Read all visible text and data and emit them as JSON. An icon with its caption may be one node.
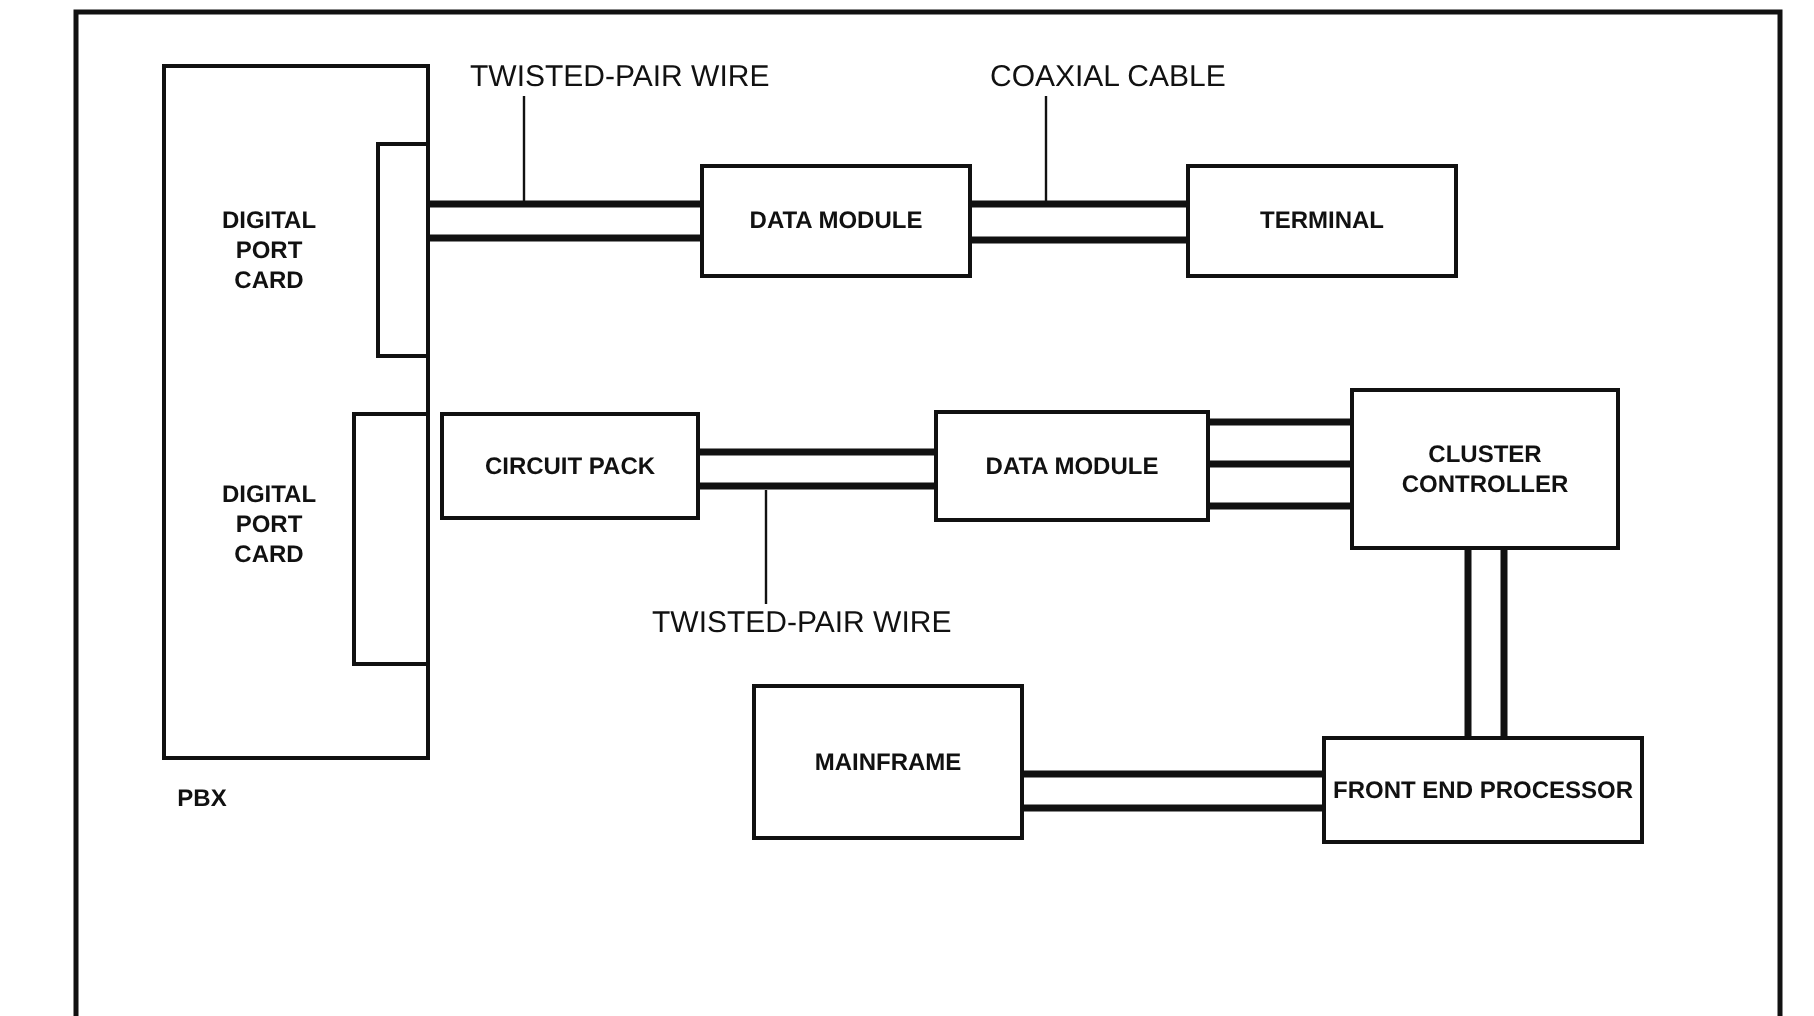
{
  "diagram": {
    "nodes": [
      {
        "text": [],
        "shape": "box",
        "beside": [
          "PBX"
        ]
      },
      {
        "text": [
          "DIGITAL PORT CARD"
        ],
        "in": 0
      },
      {
        "text": [
          "DIGITAL PORT CARD"
        ],
        "in": 0
      },
      {
        "text": [
          "DATA MODULE"
        ]
      },
      {
        "text": [
          "TERMINAL"
        ]
      },
      {
        "text": [
          "CIRCUIT PACK"
        ]
      },
      {
        "text": [
          "DATA MODULE"
        ]
      },
      {
        "text": [
          "CLUSTER CONTROLLER"
        ]
      },
      {
        "text": [
          "MAINFRAME"
        ]
      },
      {
        "text": [
          "FRONT END PROCESSOR"
        ]
      }
    ],
    "edges": [
      {
        "from": 1,
        "to": 3,
        "arrow": "none",
        "label": "TWISTED-PAIR WIRE"
      },
      {
        "from": 3,
        "to": 4,
        "arrow": "none",
        "label": "COAXIAL CABLE"
      },
      {
        "from": 5,
        "to": 6,
        "arrow": "none",
        "label": "TWISTED-PAIR WIRE"
      },
      {
        "from": 6,
        "to": 7,
        "arrow": "none"
      },
      {
        "from": 7,
        "to": 9,
        "arrow": "none"
      },
      {
        "from": 8,
        "to": 9,
        "arrow": "none"
      }
    ]
  }
}
